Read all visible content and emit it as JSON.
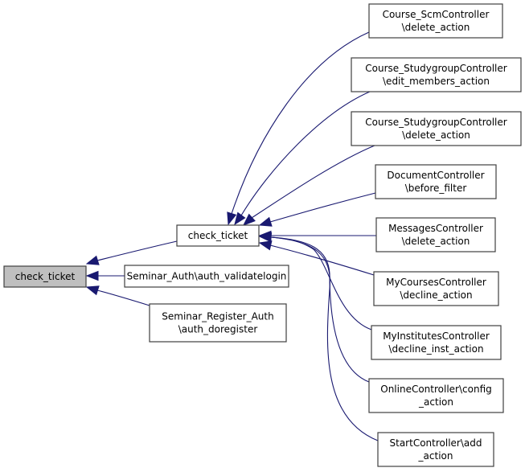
{
  "diagram": {
    "type": "doxygen-caller-graph",
    "colors": {
      "edge": "#191970",
      "node_border": "#404040",
      "root_fill": "#bfbfbf",
      "node_fill": "#ffffff"
    },
    "nodes": [
      {
        "id": "root",
        "lines": [
          "check_ticket"
        ],
        "root": true
      },
      {
        "id": "mid",
        "lines": [
          "check_ticket"
        ]
      },
      {
        "id": "seminar_auth",
        "lines": [
          "Seminar_Auth\\auth_validatelogin"
        ]
      },
      {
        "id": "seminar_register",
        "lines": [
          "Seminar_Register_Auth",
          "\\auth_doregister"
        ]
      },
      {
        "id": "scm",
        "lines": [
          "Course_ScmController",
          "\\delete_action"
        ]
      },
      {
        "id": "sg_edit",
        "lines": [
          "Course_StudygroupController",
          "\\edit_members_action"
        ]
      },
      {
        "id": "sg_delete",
        "lines": [
          "Course_StudygroupController",
          "\\delete_action"
        ]
      },
      {
        "id": "document",
        "lines": [
          "DocumentController",
          "\\before_filter"
        ]
      },
      {
        "id": "messages",
        "lines": [
          "MessagesController",
          "\\delete_action"
        ]
      },
      {
        "id": "mycourses",
        "lines": [
          "MyCoursesController",
          "\\decline_action"
        ]
      },
      {
        "id": "myinstitutes",
        "lines": [
          "MyInstitutesController",
          "\\decline_inst_action"
        ]
      },
      {
        "id": "online",
        "lines": [
          "OnlineController\\config",
          "_action"
        ]
      },
      {
        "id": "start",
        "lines": [
          "StartController\\add",
          "_action"
        ]
      }
    ],
    "edges": [
      {
        "from": "mid",
        "to": "root"
      },
      {
        "from": "seminar_auth",
        "to": "root"
      },
      {
        "from": "seminar_register",
        "to": "root"
      },
      {
        "from": "scm",
        "to": "mid"
      },
      {
        "from": "sg_edit",
        "to": "mid"
      },
      {
        "from": "sg_delete",
        "to": "mid"
      },
      {
        "from": "document",
        "to": "mid"
      },
      {
        "from": "messages",
        "to": "mid"
      },
      {
        "from": "mycourses",
        "to": "mid"
      },
      {
        "from": "myinstitutes",
        "to": "mid"
      },
      {
        "from": "online",
        "to": "mid"
      },
      {
        "from": "start",
        "to": "mid"
      }
    ]
  }
}
